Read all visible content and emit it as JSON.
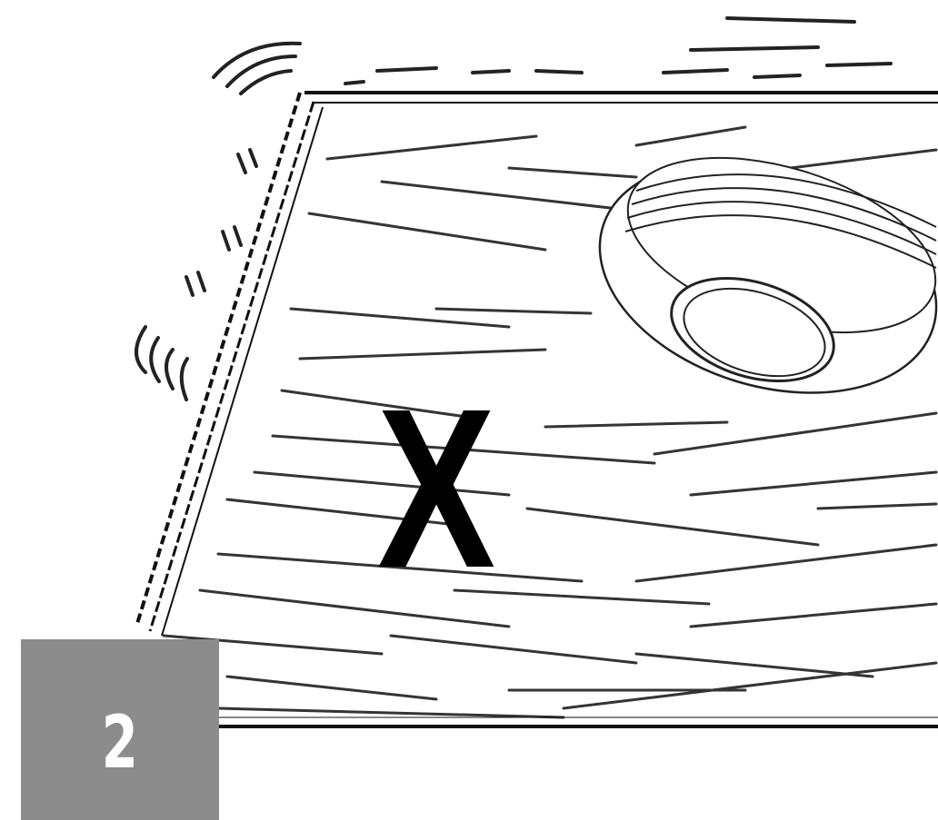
{
  "step": {
    "number": "2"
  },
  "marker": {
    "text": "X"
  },
  "colors": {
    "badge": "#8c8c8c",
    "badge_text": "#ffffff",
    "ink": "#000000",
    "background": "#ffffff"
  },
  "icons": [
    "wall-ceiling-corner",
    "wood-grain-lines",
    "round-detector-device",
    "sound-wave-icon"
  ]
}
